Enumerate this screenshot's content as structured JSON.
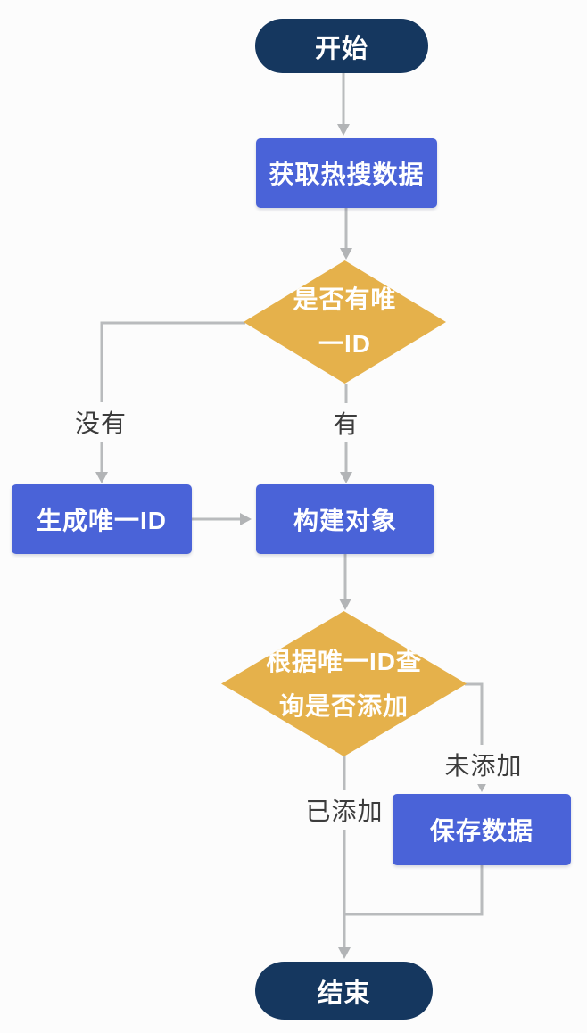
{
  "flowchart": {
    "nodes": {
      "start": {
        "type": "terminal",
        "label": "开始"
      },
      "fetch": {
        "type": "process",
        "label": "获取热搜数据"
      },
      "has_id": {
        "type": "decision",
        "label": "是否有唯一ID",
        "line1": "是否有唯",
        "line2": "一ID"
      },
      "gen_id": {
        "type": "process",
        "label": "生成唯一ID"
      },
      "build": {
        "type": "process",
        "label": "构建对象"
      },
      "check_added": {
        "type": "decision",
        "label": "根据唯一ID查询是否添加",
        "line1": "根据唯一ID查",
        "line2": "询是否添加"
      },
      "save": {
        "type": "process",
        "label": "保存数据"
      },
      "end": {
        "type": "terminal",
        "label": "结束"
      }
    },
    "edge_labels": {
      "no": "没有",
      "yes": "有",
      "not_added": "未添加",
      "added": "已添加"
    },
    "colors": {
      "terminal_fill": "#15375f",
      "process_fill": "#4a63d8",
      "decision_fill": "#e5b14b",
      "node_text": "#ffffff",
      "connector": "#b9bbbd",
      "edge_label_text": "#3c3c3c",
      "background": "#fcfcfc"
    }
  }
}
